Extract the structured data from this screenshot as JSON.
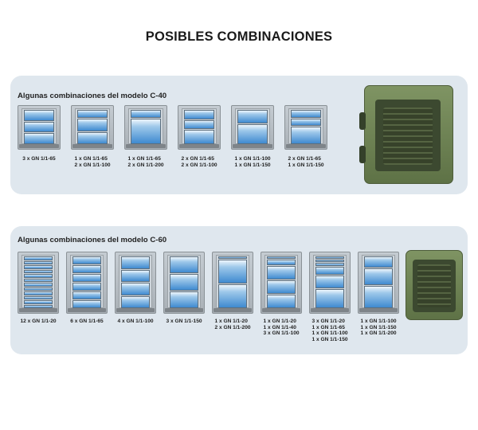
{
  "page": {
    "title": "POSIBLES COMBINACIONES"
  },
  "panel_c40": {
    "title": "Algunas combinaciones del modelo C-40",
    "items": [
      {
        "pans": [
          65,
          65,
          65
        ],
        "caption": [
          "3 x GN 1/1-65"
        ]
      },
      {
        "pans": [
          65,
          100,
          100
        ],
        "caption": [
          "1 x GN 1/1-65",
          "2 x GN 1/1-100"
        ]
      },
      {
        "pans": [
          65,
          200
        ],
        "caption": [
          "1 x GN 1/1-65",
          "2 x GN 1/1-200"
        ]
      },
      {
        "pans": [
          65,
          65,
          100
        ],
        "caption": [
          "2 x GN 1/1-65",
          "2 x GN 1/1-100"
        ]
      },
      {
        "pans": [
          100,
          150
        ],
        "caption": [
          "1 x GN 1/1-100",
          "1 x GN 1/1-150"
        ]
      },
      {
        "pans": [
          65,
          65,
          150
        ],
        "caption": [
          "2 x GN 1/1-65",
          "1 x GN 1/1-150"
        ]
      }
    ]
  },
  "panel_c60": {
    "title": "Algunas combinaciones del modelo C-60",
    "items": [
      {
        "pans": [
          20,
          20,
          20,
          20,
          20,
          20,
          20,
          20,
          20,
          20,
          20,
          20
        ],
        "caption": [
          "12 x GN 1/1-20"
        ]
      },
      {
        "pans": [
          65,
          65,
          65,
          65,
          65,
          65
        ],
        "caption": [
          "6 x GN 1/1-65"
        ]
      },
      {
        "pans": [
          100,
          100,
          100,
          100
        ],
        "caption": [
          "4 x GN 1/1-100"
        ]
      },
      {
        "pans": [
          150,
          150,
          150
        ],
        "caption": [
          "3 x GN 1/1-150"
        ]
      },
      {
        "pans": [
          20,
          200,
          200
        ],
        "caption": [
          "1 x GN 1/1-20",
          "2 x GN 1/1-200"
        ]
      },
      {
        "pans": [
          20,
          40,
          100,
          100,
          100
        ],
        "caption": [
          "1 x GN 1/1-20",
          "1 x GN 1/1-40",
          "3 x GN 1/1-100"
        ]
      },
      {
        "pans": [
          20,
          20,
          20,
          65,
          100,
          150
        ],
        "caption": [
          "3 x GN 1/1-20",
          "1 x GN 1/1-65",
          "1 x GN 1/1-100",
          "1 x GN 1/1-150"
        ]
      },
      {
        "pans": [
          100,
          150,
          200
        ],
        "caption": [
          "1 x GN 1/1-100",
          "1 x GN 1/1-150",
          "1 x GN 1/1-200"
        ]
      }
    ]
  },
  "colors": {
    "panel": "#dfe7ee",
    "pan_blue": "#3f8ad0",
    "container_green": "#6e8454"
  }
}
